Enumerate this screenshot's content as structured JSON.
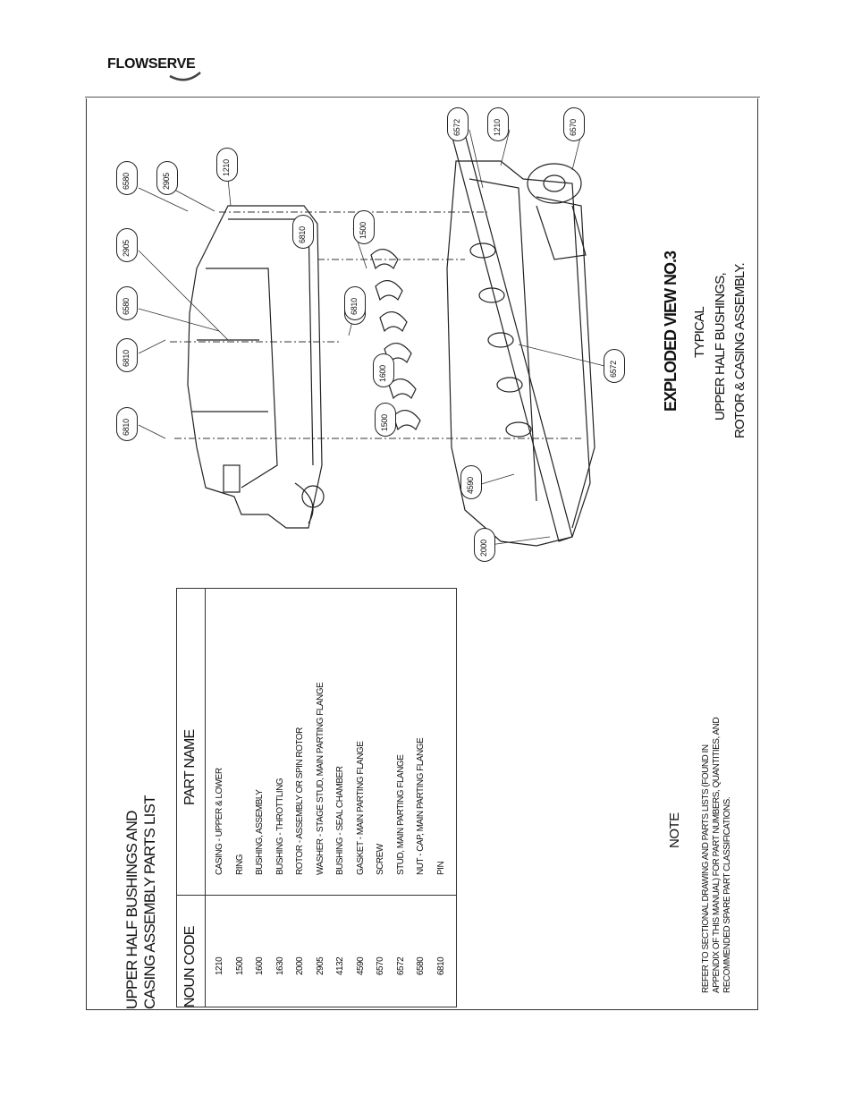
{
  "logo": {
    "name": "FLOWSERVE",
    "icon": "flowserve-logo"
  },
  "parts_list": {
    "title_line1": "UPPER HALF BUSHINGS AND",
    "title_line2": "CASING ASSEMBLY PARTS LIST",
    "col_code": "NOUN CODE",
    "col_name": "PART NAME",
    "rows": [
      {
        "code": "1210",
        "name": "CASING - UPPER & LOWER"
      },
      {
        "code": "1500",
        "name": "RING"
      },
      {
        "code": "1600",
        "name": "BUSHING, ASSEMBLY"
      },
      {
        "code": "1630",
        "name": "BUSHING - THROTTLING"
      },
      {
        "code": "2000",
        "name": "ROTOR - ASSEMBLY OR SPIN ROTOR"
      },
      {
        "code": "2905",
        "name": "WASHER - STAGE STUD, MAIN PARTING FLANGE"
      },
      {
        "code": "4132",
        "name": "BUSHING - SEAL CHAMBER"
      },
      {
        "code": "4590",
        "name": "GASKET - MAIN PARTING FLANGE"
      },
      {
        "code": "6570",
        "name": "SCREW"
      },
      {
        "code": "6572",
        "name": "STUD, MAIN PARTING FLANGE"
      },
      {
        "code": "6580",
        "name": "NUT - CAP, MAIN PARTING FLANGE"
      },
      {
        "code": "6810",
        "name": "PIN"
      }
    ]
  },
  "note": {
    "title": "NOTE",
    "line1": "REFER TO SECTIONAL DRAWING AND PARTS LISTS (FOUND IN",
    "line2": "APPENDIX OF THIS MANUAL) FOR PART NUMBERS, QUANTITIES, AND",
    "line3": "RECOMMENDED SPARE PART CLASSIFICATIONS."
  },
  "view": {
    "title": "EXPLODED VIEW NO.3",
    "line1": "TYPICAL",
    "line2": "UPPER HALF BUSHINGS,",
    "line3": "ROTOR & CASING ASSEMBLY."
  },
  "callouts": [
    "6580",
    "2905",
    "1210",
    "2905",
    "6580",
    "6810",
    "6810",
    "6810",
    "1500",
    "6570",
    "6810",
    "1600",
    "1500",
    "6572",
    "1210",
    "6570",
    "6572",
    "4590",
    "2000"
  ]
}
